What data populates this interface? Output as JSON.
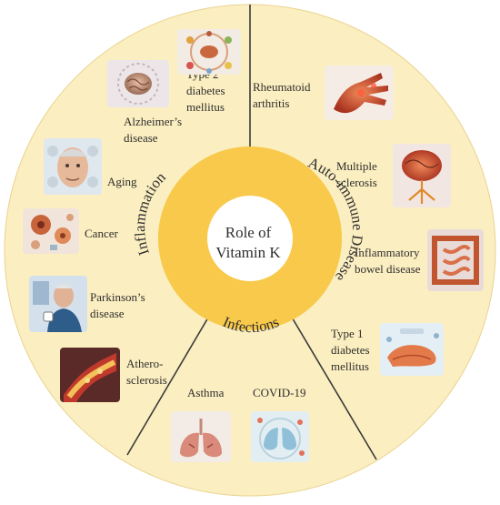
{
  "center": {
    "line1": "Role of",
    "line2": "Vitamin K"
  },
  "ring_labels": {
    "inflammation": "Inflammation",
    "autoimmune": "Auto-immune Disease",
    "infections": "Infections"
  },
  "colors": {
    "outer_disc": "#fbeec0",
    "middle_ring": "#f8c94a",
    "center": "#ffffff",
    "divider": "#3a3a3a",
    "text": "#2f2f2f"
  },
  "inflammation_items": [
    {
      "lines": [
        "Type 2",
        "diabetes",
        "mellitus"
      ],
      "icon": "pancreas-organs-icon"
    },
    {
      "lines": [
        "Alzheimer’s",
        "disease"
      ],
      "icon": "brain-icon"
    },
    {
      "lines": [
        "Aging"
      ],
      "icon": "elderly-face-icon"
    },
    {
      "lines": [
        "Cancer"
      ],
      "icon": "cancer-cells-icon"
    },
    {
      "lines": [
        "Parkinson’s",
        "disease"
      ],
      "icon": "elderly-man-cup-icon"
    },
    {
      "lines": [
        "Athero-",
        "sclerosis"
      ],
      "icon": "artery-plaque-icon"
    }
  ],
  "autoimmune_items": [
    {
      "lines": [
        "Rheumatoid",
        "arthritis"
      ],
      "icon": "inflamed-hand-icon"
    },
    {
      "lines": [
        "Multiple",
        "sclerosis"
      ],
      "icon": "brain-nerves-icon"
    },
    {
      "lines": [
        "Inflammatory",
        "bowel disease"
      ],
      "icon": "intestines-icon"
    },
    {
      "lines": [
        "Type 1",
        "diabetes",
        "mellitus"
      ],
      "icon": "pancreas-icon"
    }
  ],
  "infection_items": [
    {
      "lines": [
        "Asthma"
      ],
      "icon": "lungs-icon"
    },
    {
      "lines": [
        "COVID-19"
      ],
      "icon": "covid-lungs-icon"
    }
  ]
}
